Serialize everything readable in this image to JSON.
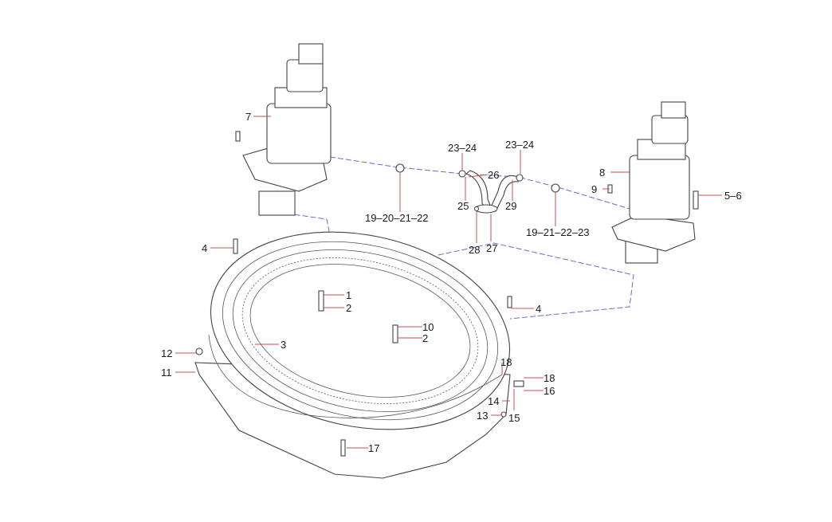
{
  "diagram": {
    "labels": {
      "l7": "7",
      "l8": "8",
      "l9": "9",
      "l56": "5–6",
      "l2324a": "23–24",
      "l2324b": "23–24",
      "l26": "26",
      "l25": "25",
      "l29": "29",
      "l28": "28",
      "l27": "27",
      "l19a": "19–20–21–22",
      "l19b": "19–21–22–23",
      "l4a": "4",
      "l1": "1",
      "l2a": "2",
      "l10": "10",
      "l2b": "2",
      "l3": "3",
      "l4b": "4",
      "l12": "12",
      "l11": "11",
      "l18a": "18",
      "l18b": "18",
      "l16": "16",
      "l14": "14",
      "l15": "15",
      "l13": "13",
      "l17": "17"
    },
    "colors": {
      "leader": "#c45050",
      "hidden_line": "#6a6acc"
    }
  }
}
